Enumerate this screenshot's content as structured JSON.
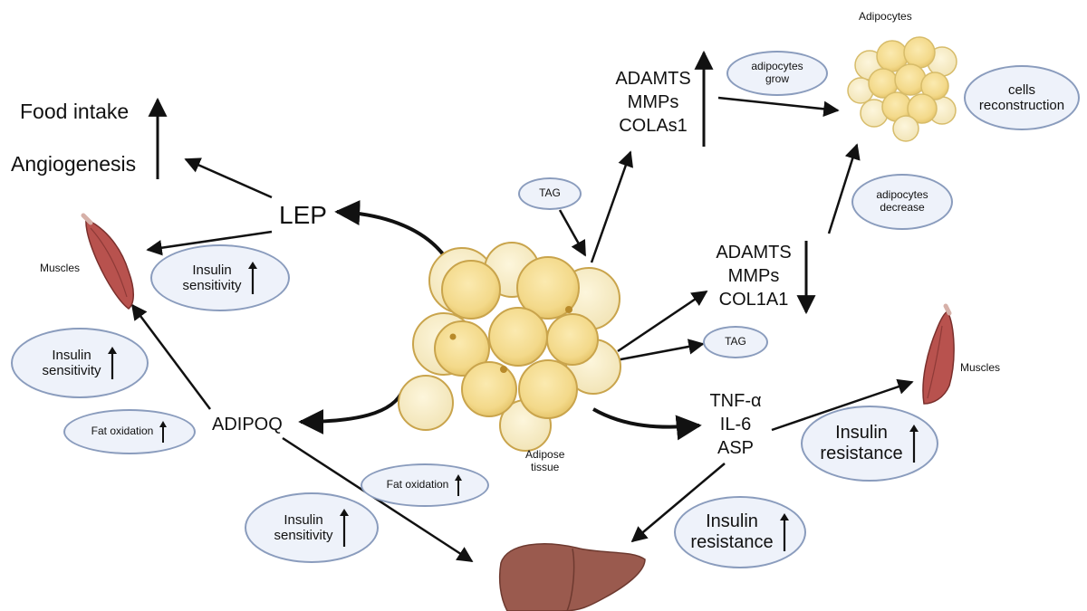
{
  "center": {
    "label": "Adipose\ntissue"
  },
  "adipocytes": {
    "title": "Adipocytes"
  },
  "factors": {
    "lep": "LEP",
    "adipoq": "ADIPOQ",
    "top_stack": [
      "ADAMTS",
      "MMPs",
      "COLAs1"
    ],
    "mid_stack": [
      "ADAMTS",
      "MMPs",
      "COL1A1"
    ],
    "cytokines": [
      "TNF-α",
      "IL-6",
      "ASP"
    ]
  },
  "effects": {
    "food_intake": "Food intake",
    "angiogenesis": "Angiogenesis"
  },
  "muscles_left": "Muscles",
  "muscles_right": "Muscles",
  "pills": {
    "tag_top": "TAG",
    "tag_mid": "TAG",
    "adipocytes_grow": "adipocytes\ngrow",
    "cells_reconstruction": "cells\nreconstruction",
    "adipocytes_decrease": "adipocytes\ndecrease",
    "insulin_sens_lep": "Insulin\nsensitivity",
    "insulin_sens_left": "Insulin\nsensitivity",
    "fat_ox_left": "Fat oxidation",
    "fat_ox_mid": "Fat oxidation",
    "insulin_sens_bottom": "Insulin\nsensitivity",
    "insulin_res_right": "Insulin\nresistance",
    "insulin_res_bottom": "Insulin\nresistance"
  },
  "colors": {
    "pill_border": "#8a9cbd",
    "pill_fill": "#eef2fa",
    "muscle": "#b8524e",
    "liver": "#9a5a4e",
    "fat_cell": "#f3d98a",
    "fat_cell_edge": "#c9a44c"
  }
}
